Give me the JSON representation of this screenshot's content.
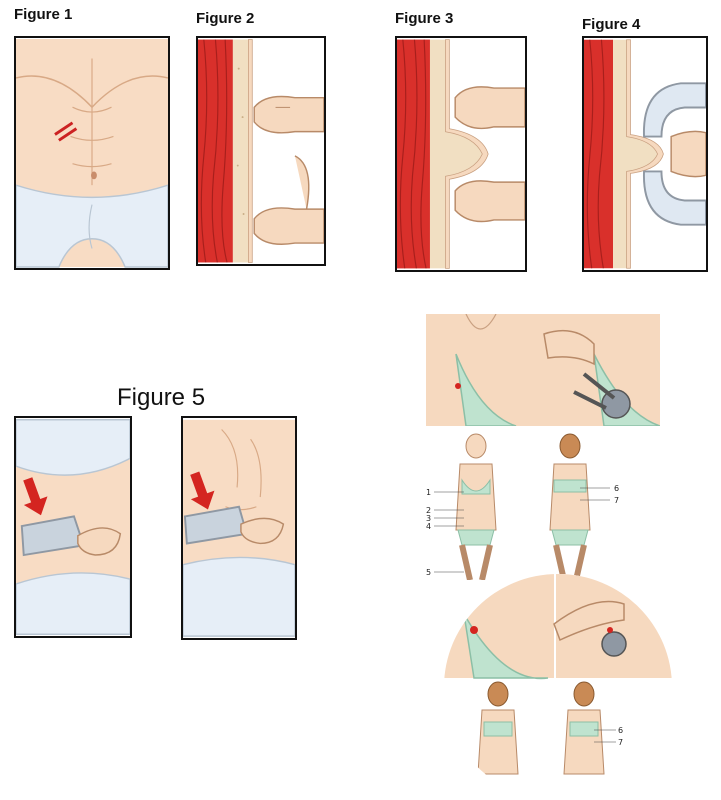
{
  "figures": {
    "fig1": "Figure 1",
    "fig2": "Figure 2",
    "fig3": "Figure 3",
    "fig4": "Figure 4",
    "fig5": "Figure 5"
  },
  "site_markers": [
    "1",
    "2",
    "3",
    "4",
    "5",
    "6",
    "7"
  ],
  "colors": {
    "skin": "#f6d9bf",
    "skin_shade": "#e8b998",
    "muscle": "#d9302b",
    "fat_layer": "#f1dfc2",
    "garment": "#e6eef7",
    "bra": "#bfe3cf",
    "caliper": "#8f98a3",
    "arrow": "#d42520",
    "outline": "#111111"
  }
}
